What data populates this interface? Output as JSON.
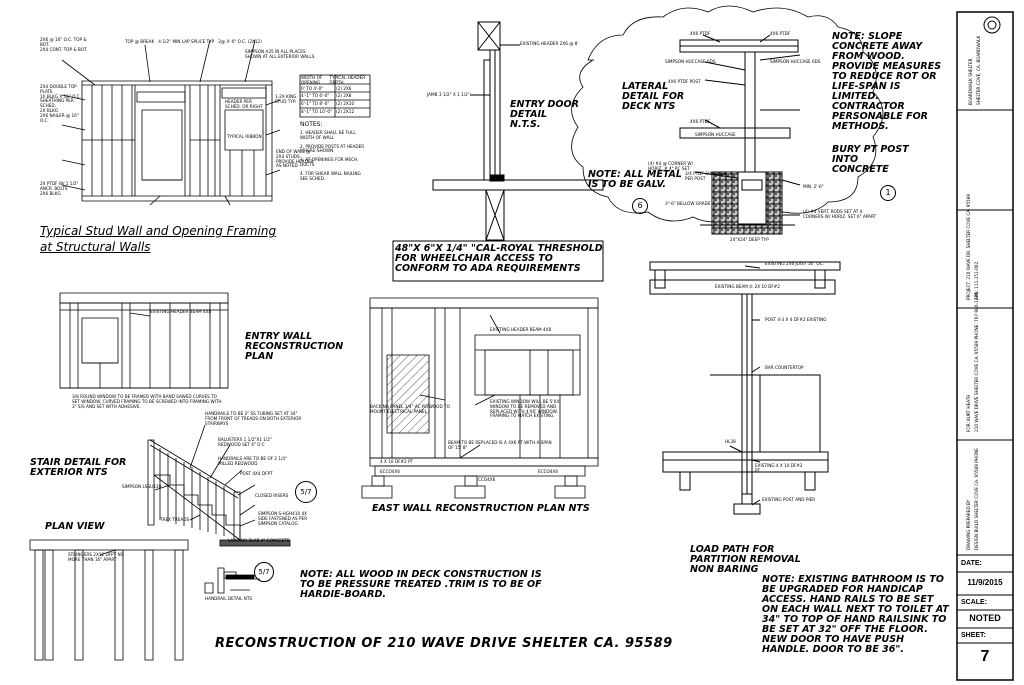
{
  "stud_wall": {
    "title_line1": "Typical Stud Wall and Opening Framing",
    "title_line2": "at Structural Walls",
    "notes_left": [
      "2x6 @ 16\" o.c. top & bot.",
      "2x4 cont. top & bot.",
      "2x4 double top plate",
      "1x blkg x 16\" o.c.",
      "sheathing per sched.",
      "2x blkg",
      "2x6 nailer @ 16\" o.c.",
      "2x PTDF w/ 1 1/2\" ancr. bolts",
      "2x6 blkg"
    ],
    "notes_top": [
      "top @ break",
      "4-1/2\" min lap splice typ",
      "2@ 4'-0\" o.c. (2x12)",
      "Simpson A35 in all places",
      "shown at all exterior walls"
    ],
    "notes_right": [
      "1-2x king stud typ.",
      "header per sched. or right",
      "typical ribbon",
      "end of wall @ 2x4 studs",
      "provide header as noted"
    ],
    "table_header": [
      "Width of Opening",
      "Typical Header Depth"
    ],
    "table_rows": [
      [
        "0' to 4'-0\"",
        "(2) 2x6"
      ],
      [
        "4'-1\" to 6'-0\"",
        "(2) 2x8"
      ],
      [
        "6'-1\" to 8'-0\"",
        "(2) 2x10"
      ],
      [
        "8'-1\" to 10'-0\"",
        "(2) 2x12"
      ]
    ],
    "notes_heading": "Notes:",
    "notes": [
      "1. Header shall be full width of wall",
      "2. Provide posts at header where shown",
      "3. At openings for mech. ducts",
      "4. For shear wall nailing see sched."
    ]
  },
  "entry_door": {
    "label": "ENTRY DOOR DETAIL N.T.S.",
    "header_note": "EXISTING HEADER 2X6 @ 8'",
    "jamb_note": "JAMB 3 1/2\" X 1 1/2\""
  },
  "threshold_note": "48\"X 6\"X 1/4\" \"CAL-ROYAL THRESHOLD FOR WHEELCHAIR ACCESS TO CONFORM TO ADA REQUIREMENTS",
  "lateral": {
    "label": "LATERAL DETAIL FOR DECK NTS",
    "metal_note": "NOTE: ALL METAL IS TO BE GALV.",
    "slope_note": "NOTE: SLOPE CONCRETE AWAY FROM WOOD. PROVIDE MEASURES TO REDUCE ROT OR LIFE-SPAN IS LIMITED. CONTRACTOR PERSONABLE FOR METHODS.",
    "bury_note": "BURY PT POST INTO CONCRETE",
    "callouts": [
      "4X6 PTDF",
      "4X6 PTDF",
      "SIMPSON HUCCASE 6DS",
      "4X6 PTDF POST",
      "4X6 PTDF",
      "SIMPSON HUCCASE",
      "SIMPSON HUCCASE 6DS",
      "(4) #4 @ CORNER W/ HORIZ. # 4\" RC SET",
      "3/4 PTDF 3/4\" BASE PER POST",
      "3\"-6\" BELLOW GRADE",
      "MIN. 2'-6\"",
      "(4) #4 VERT. RODS SET AT 4 CORNERS W/ HORIZ. SET 6\" APART",
      "24\"X24\" DEEP TYP"
    ],
    "circle_a": "6",
    "circle_b": "1"
  },
  "entry_wall": {
    "label": "ENTRY WALL RECONSTRUCTION PLAN",
    "header_note": "EXISTING HEADER BEAM 4X8",
    "window_note": "3/8 ROUND WINDOW TO BE FRAMED WITH BAND SAWED CURVES TO SET WINDOW. CURVED FRAMING TO BE SCREWED INTO FRAMING WITH 3\" S/S AND SET WITH ADHESIVE."
  },
  "east_wall": {
    "label": "EAST WALL RECONSTRUCTION PLAN NTS",
    "header_note": "EXISTING HEADER BEAM 4X8",
    "panel_note": "BACKING PANEL 3/4\" AC PLYWOOD TO MOUNT ELECTRICAL PANEL",
    "window_note": "EXISTING WINDOW WILL BE 5'X4' WINDOW TO BE REMOVED AND REPLACED WITH 4'X6' WINDOW, FRAMING TO MATCH EXISTING.",
    "beam_note": "BEAM TO BE REPLACED IS A 4X6 PT WITH A SPAN OF 15' 8\"",
    "sill_label": "4 X 10 DF#2 PT",
    "footings": [
      "ECCO4X6",
      "CCO4X6",
      "ECCO4X6"
    ]
  },
  "load_path": {
    "label": "LOAD PATH FOR PARTITION REMOVAL NON BARING",
    "joist_note": "EXISTING 2X6 JOIST 16\" OC.",
    "beam_note": "EXISTING BEAM 4: 2X 10 DF#2",
    "post_note": "POST 4-3 X 4 DF#2 EXISTING",
    "counter_note": "BAR COUNTERTOP",
    "rim_note": "HL38",
    "girder_note": "EXISTING 4 X 10 DF#2 PT",
    "pier_note": "EXISTING POST AND PIER"
  },
  "stair": {
    "label": "STAIR DETAIL FOR EXTERIOR NTS",
    "handrail_note": "HANDRAILS TO BE 2\" SS TUBING SET AT 34\" FROM FRONT OF TREADS ON BOTH EXTERIOR STAIRWAYS",
    "baluster_note": "BALUSTERS 1 1/2\"X1 1/2\" REDWOOD SET 4\" O.C",
    "handrail_note2": "HANDRAILS ARE TO BE OF 2 1/4\" MILLED REDWOOD",
    "post_note": "POST 4X4 DFPT",
    "riser_note": "CLOSED RISERS",
    "tread_note": "TREX TREADS",
    "simpson_note": "SIMPSON LSSU410",
    "simpson_note2": "SIMPSON S-HGH410 4X SIDE FASTENED AS PER SIMPSON CATALOG",
    "landing_note": "LANDING SLAB 4\" CONCRETE",
    "handrail_detail": "HANDRAIL DETAIL NTS",
    "circle_text": "5/7",
    "circle_text2": "5/7"
  },
  "plan_view": {
    "label": "PLAN VIEW",
    "stringer_note": "STRINGERS 2X12 DFPT NO MORE THAN 16\" APART"
  },
  "deck_note": "NOTE: ALL WOOD IN DECK CONSTRUCTION IS TO BE PRESSURE TREATED .TRIM IS TO BE OF HARDIE-BOARD.",
  "bath_note": "NOTE: EXISTING BATHROOM IS TO BE UPGRADED FOR HANDICAP ACCESS. HAND RAILS TO BE SET ON EACH WALL NEXT TO TOILET AT 34\" TO TOP OF HAND RAILSINK TO BE SET AT 32\" OFF THE FLOOR. NEW DOOR TO HAVE PUSH HANDLE. DOOR TO BE 36\".",
  "main_title": "RECONSTRUCTION OF 210 WAVE DRIVE SHELTER CA. 95589",
  "title_block": {
    "vert_1": "BOARDWALK SHELTER",
    "vert_1b": "SHELTER COVE, CA. BOARDWALK",
    "vert_2": "PROJECT: 210 WAVE DR. SHELTER COVE CA. 95589",
    "vert_2b": "APN: 111-151-002",
    "vert_3": "FOR: KURT HEATH",
    "vert_3b": "210 WAVE DRIVE SHELTER COVE CA. 95589 PHONE: 707-986-1234",
    "vert_4": "DRAWING PREPARED BY",
    "vert_4b": "DESIGN BUILD SHELTER COVE CA. 95589 PHONE",
    "date_label": "DATE:",
    "date_value": "11/9/2015",
    "scale_label": "SCALE:",
    "scale_value": "NOTED",
    "sheet_label": "SHEET:",
    "sheet_value": "7"
  }
}
